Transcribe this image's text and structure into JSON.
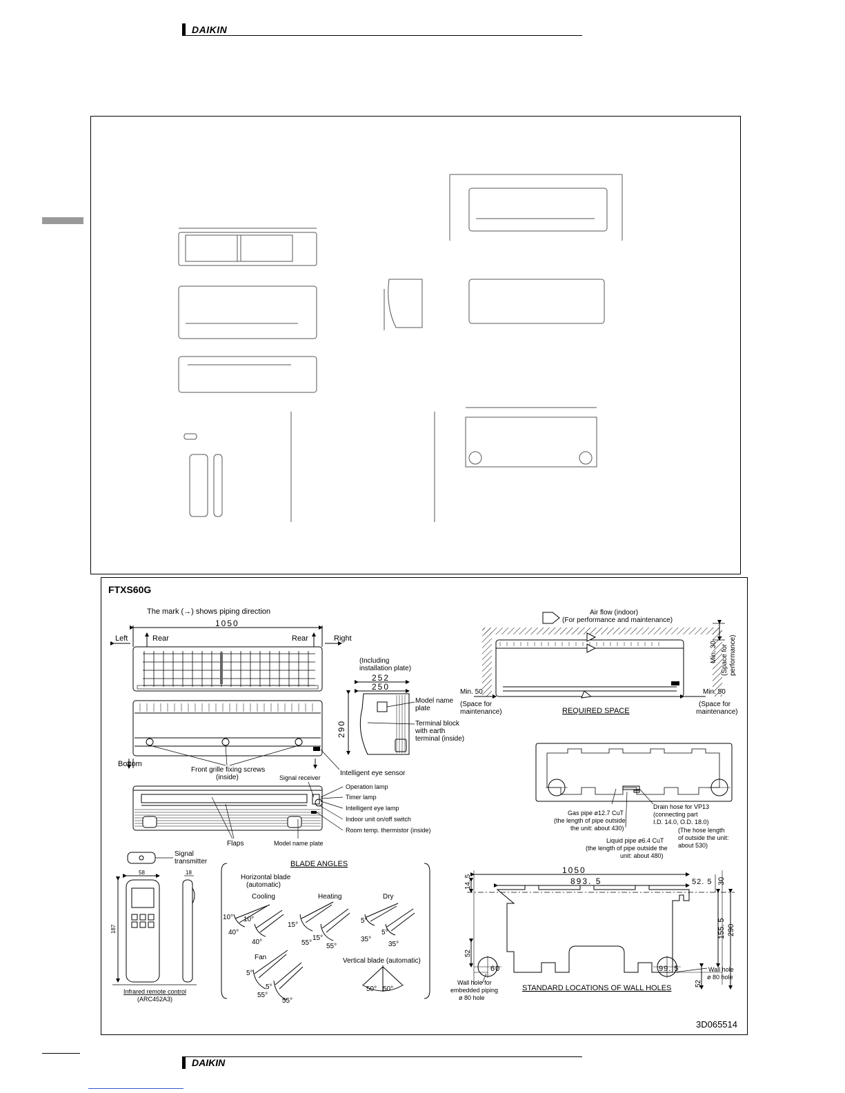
{
  "header": {
    "brand": "DAIKIN"
  },
  "footer": {
    "brand": "DAIKIN"
  },
  "drawing": {
    "model": "FTXS60G",
    "note": "The mark  (→)  shows piping direction",
    "width_dim": "1050",
    "dir_left": "Left",
    "dir_rear1": "Rear",
    "dir_rear2": "Rear",
    "dir_right": "Right",
    "dir_bottom": "Bottom",
    "including_plate": [
      "(Including",
      "installation plate)"
    ],
    "dim_252": "252",
    "dim_250": "250",
    "dim_290": "290",
    "model_name_plate": [
      "Model name",
      "plate"
    ],
    "terminal_block": [
      "Terminal block",
      "with earth",
      "terminal (inside)"
    ],
    "front_grille": [
      "Front grille fixing screws",
      "(inside)"
    ],
    "intelligent_eye_sensor": "Intelligent eye sensor",
    "signal_receiver": "Signal receiver",
    "operation_lamp": "Operation lamp",
    "timer_lamp": "Timer lamp",
    "intelligent_eye_lamp": "Intelligent eye lamp",
    "onoff_switch": "Indoor unit on/off switch",
    "thermistor": "Room temp. thermistor (inside)",
    "flaps": "Flaps",
    "model_name_plate_bottom": "Model name plate",
    "signal_transmitter": [
      "Signal",
      "transmitter"
    ],
    "remote_dim_58": "58",
    "remote_dim_18": "18",
    "remote_dim_187": "187",
    "remote_label": [
      "Infrared remote control",
      "(ARC452A3)"
    ],
    "blade_angles_title": "BLADE ANGLES",
    "horizontal_blade": [
      "Horizontal blade",
      "(automatic)"
    ],
    "cooling": "Cooling",
    "heating": "Heating",
    "dry": "Dry",
    "fan": "Fan",
    "vertical_blade": "Vertical blade (automatic)",
    "cooling_angles": [
      "10°",
      "10°",
      "40°",
      "40°"
    ],
    "heating_angles": [
      "15°",
      "15°",
      "55°",
      "55°"
    ],
    "dry_angles": [
      "5°",
      "5°",
      "35°",
      "35°"
    ],
    "fan_angles": [
      "5°",
      "5°",
      "55°",
      "55°"
    ],
    "vertical_angles": [
      "50°",
      "50°"
    ],
    "air_flow": [
      "Air flow (indoor)",
      "(For performance and maintenance)"
    ],
    "min_30": "Min. 30",
    "space_perf": [
      "(Space for",
      "performance)"
    ],
    "min_50_left": "Min. 50",
    "space_maint_left": [
      "(Space for",
      "maintenance)"
    ],
    "min_50_right": "Min. 50",
    "space_maint_right": [
      "(Space for",
      "maintenance)"
    ],
    "required_space": "REQUIRED SPACE",
    "gas_pipe": [
      "Gas pipe ø12.7 CuT",
      "(the length of pipe outside",
      "the unit: about 430)"
    ],
    "drain_hose": [
      "Drain hose for VP13",
      "(connecting part",
      "I.D. 14.0, O.D. 18.0)",
      "(The hose length",
      "of outside the unit:",
      "about 530)"
    ],
    "liquid_pipe": [
      "Liquid pipe ø6.4 CuT",
      "(the length of pipe outside the",
      "unit: about 480)"
    ],
    "wh_1050": "1050",
    "wh_893_5": "893. 5",
    "wh_52_5": "52. 5",
    "wh_14_5": "14. 5",
    "wh_30": "30",
    "wh_155_5": "155. 5",
    "wh_290": "290",
    "wh_52a": "52",
    "wh_52b": "52",
    "wh_60": "60",
    "wh_99_5": "99. 5",
    "wall_hole_right": [
      "Wall hole",
      "ø 80 hole"
    ],
    "wall_hole_left": [
      "Wall hole for",
      "embedded piping",
      "ø 80 hole"
    ],
    "std_locations": "STANDARD LOCATIONS OF WALL HOLES",
    "doc_code": "3D065514"
  }
}
